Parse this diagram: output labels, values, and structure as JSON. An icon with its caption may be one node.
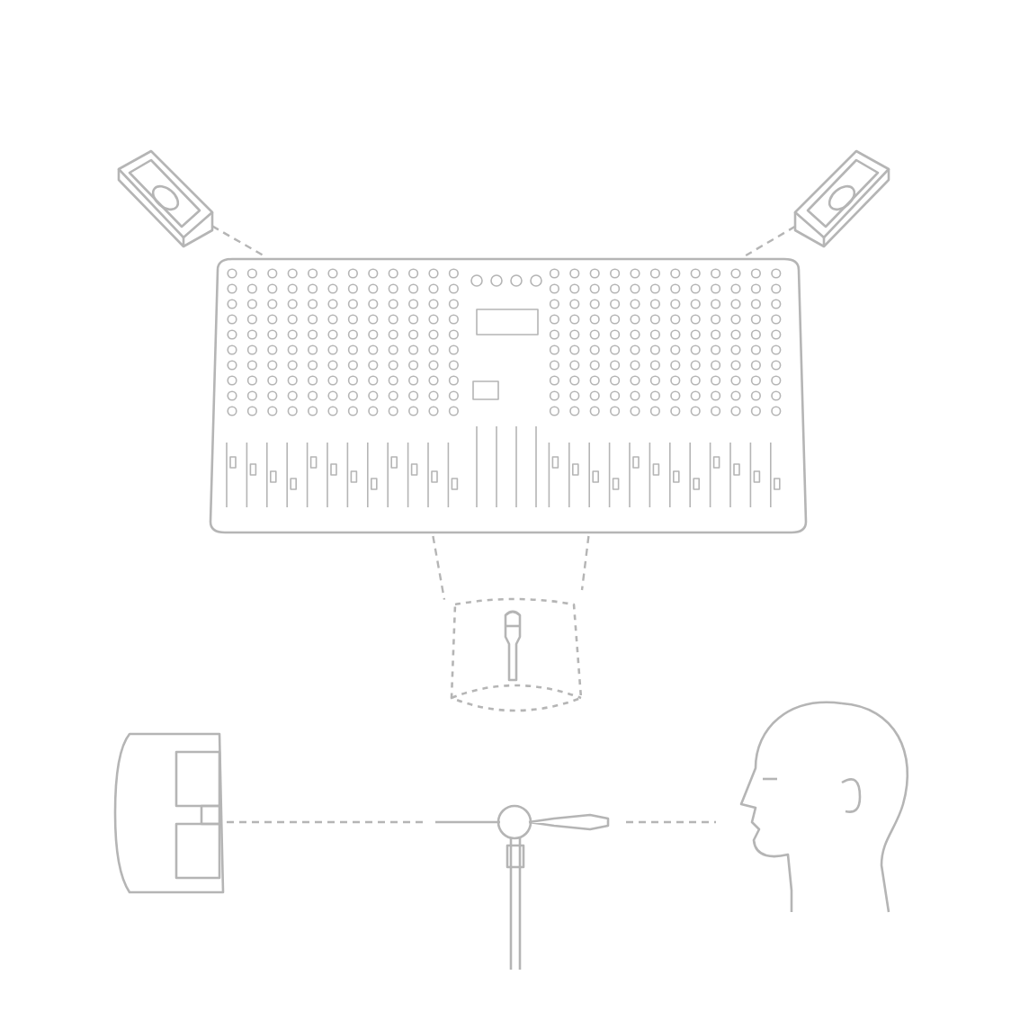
{
  "diagram": {
    "nodes": [
      {
        "text": [],
        "shape": "picture"
      },
      {
        "text": [],
        "shape": "picture"
      },
      {
        "text": [],
        "shape": "picture"
      },
      {
        "text": [],
        "shape": "box"
      },
      {
        "text": [],
        "shape": "picture",
        "in": 3
      },
      {
        "text": [],
        "shape": "picture"
      },
      {
        "text": [],
        "shape": "picture"
      },
      {
        "text": [],
        "shape": "person"
      }
    ],
    "edges": [
      {
        "from": 0,
        "to": 2,
        "arrow": "none",
        "style": "dashed"
      },
      {
        "from": 1,
        "to": 2,
        "arrow": "none",
        "style": "dashed"
      },
      {
        "from": 2,
        "to": 3,
        "arrow": "none",
        "style": "dashed"
      },
      {
        "from": 5,
        "to": 6,
        "arrow": "none",
        "style": "dashed"
      },
      {
        "from": 6,
        "to": 7,
        "arrow": "none",
        "style": "dashed"
      }
    ]
  }
}
